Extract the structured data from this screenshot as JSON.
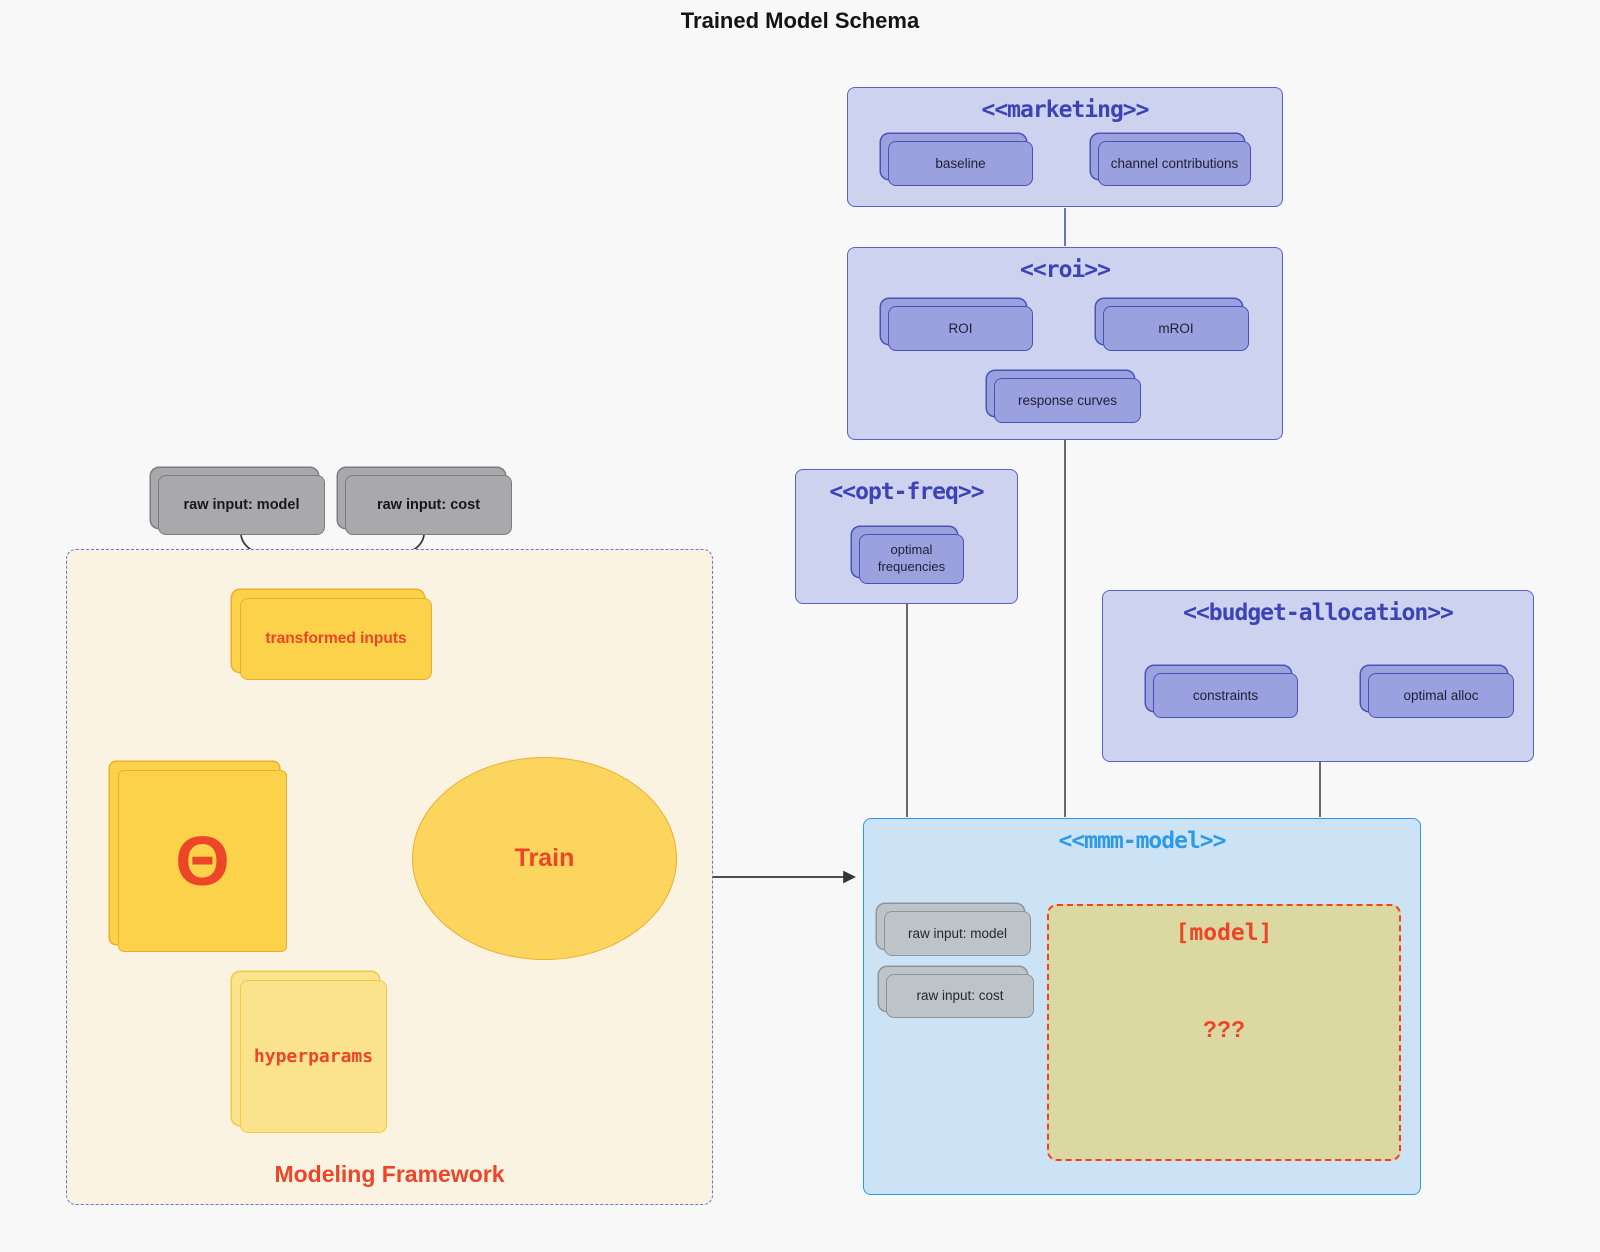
{
  "title": "Trained Model Schema",
  "colors": {
    "red_accent": "#ec4527",
    "indigo_accent": "#3c43b4",
    "blue_accent": "#2e9ae6",
    "lavender_fill": "#cdd2ef",
    "periwinkle_fill": "#9aa1de",
    "gold_fill": "#fcd24b",
    "cream_fill": "#faf3e2",
    "khaki_fill": "#dcd8a2",
    "mmm_fill": "#cce3f6"
  },
  "marketing": {
    "title": "<<marketing>>",
    "baseline": "baseline",
    "channel_contributions": "channel contributions"
  },
  "roi": {
    "title": "<<roi>>",
    "roi": "ROI",
    "mroi": "mROI",
    "response_curves": "response curves"
  },
  "opt_freq": {
    "title": "<<opt-freq>>",
    "optimal_frequencies": "optimal frequencies"
  },
  "budget_allocation": {
    "title": "<<budget-allocation>>",
    "constraints": "constraints",
    "optimal_alloc": "optimal alloc"
  },
  "mmm_model": {
    "title": "<<mmm-model>>",
    "raw_input_model": "raw input: model",
    "raw_input_cost": "raw input: cost",
    "model_label": "[model]",
    "unknown": "???"
  },
  "modeling_framework": {
    "label": "Modeling Framework",
    "raw_input_model": "raw input: model",
    "raw_input_cost": "raw input: cost",
    "transformed_inputs": "transformed inputs",
    "theta": "Θ",
    "train": "Train",
    "hyperparams": "hyperparams"
  }
}
